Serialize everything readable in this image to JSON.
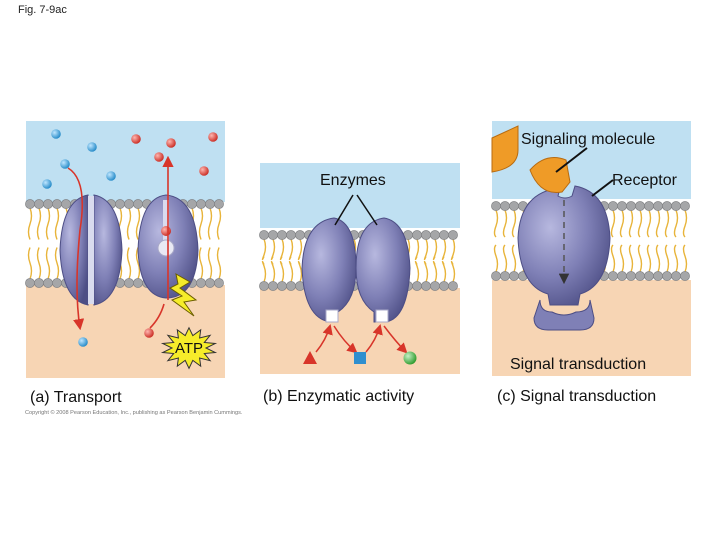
{
  "figure": {
    "label": "Fig. 7-9ac"
  },
  "panels": {
    "a": {
      "caption": "(a) Transport",
      "atp_label": "ATP"
    },
    "b": {
      "caption": "(b) Enzymatic activity",
      "enzymes_label": "Enzymes"
    },
    "c": {
      "caption": "(c) Signal transduction",
      "signaling_molecule_label": "Signaling molecule",
      "receptor_label": "Receptor",
      "transduction_label": "Signal transduction"
    }
  },
  "copyright": "Copyright © 2008 Pearson Education, Inc., publishing as Pearson Benjamin Cummings.",
  "colors": {
    "extracellular": "#bfe0f2",
    "cytoplasm": "#f7d5b4",
    "lipid_head": "#a5a6a8",
    "lipid_tail": "#e8b43a",
    "protein": "#7f80b6",
    "protein_dark": "#5c5d95",
    "solute": "#2e9bd6",
    "arrow": "#d8352a",
    "atp_burst": "#f6ec2a",
    "signal_molecule": "#ef9b27",
    "product_green": "#3cae3c",
    "product_blue": "#2f8fcf"
  }
}
